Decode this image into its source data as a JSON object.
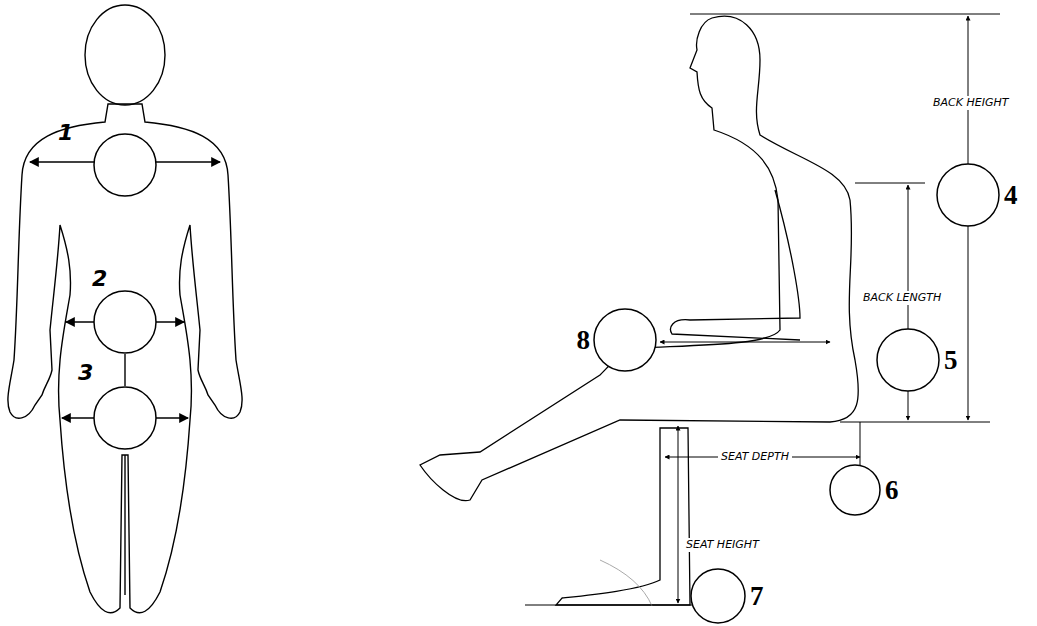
{
  "diagram": {
    "nodes": [
      {
        "text": [
          "1"
        ]
      },
      {
        "text": [
          "2"
        ]
      },
      {
        "text": [
          "3"
        ]
      },
      {
        "text": [
          "4"
        ]
      },
      {
        "text": [
          "5"
        ]
      },
      {
        "text": [
          "6"
        ]
      },
      {
        "text": [
          "7"
        ]
      },
      {
        "text": [
          "8"
        ]
      }
    ],
    "edges": [
      {
        "from": 1,
        "to": 2,
        "arrow": "none"
      }
    ],
    "labels": [
      "BACK HEIGHT",
      "BACK LENGTH",
      "SEAT DEPTH",
      "SEAT HEIGHT"
    ]
  }
}
